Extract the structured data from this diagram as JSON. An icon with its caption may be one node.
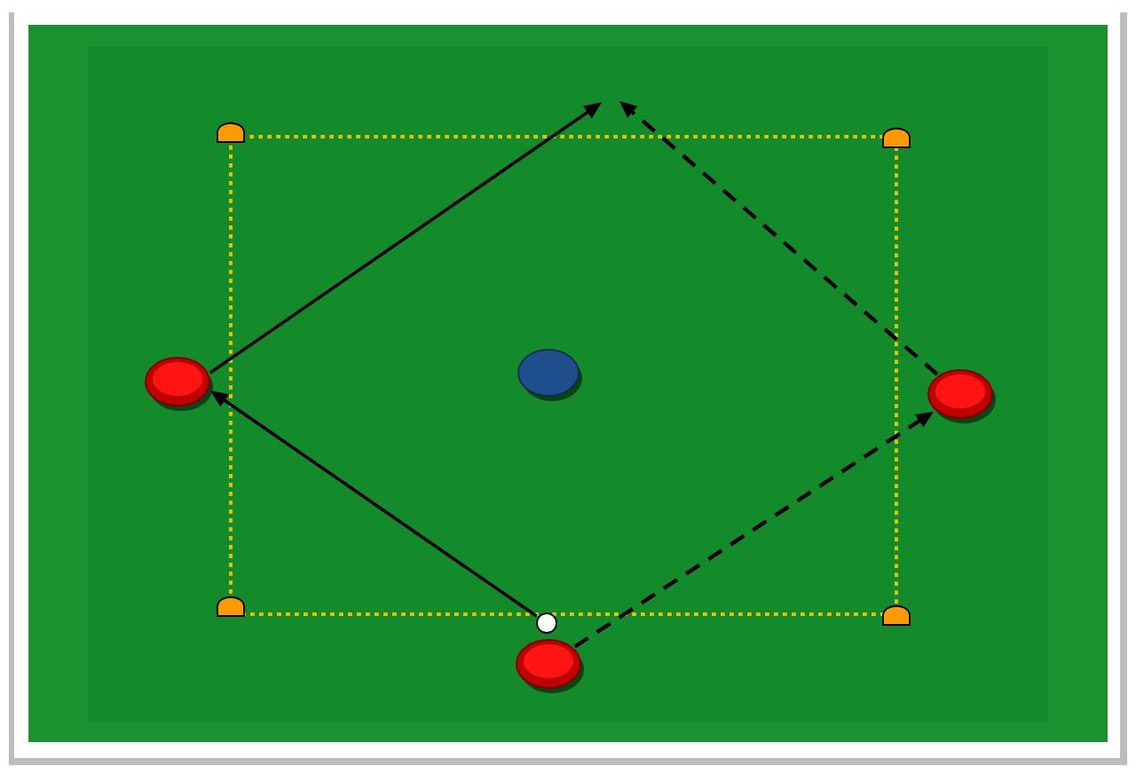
{
  "diagram": {
    "nodes": [
      {
        "text": [],
        "shape": "circle"
      },
      {
        "text": [],
        "shape": "circle"
      },
      {
        "text": [],
        "shape": "circle"
      },
      {
        "text": [],
        "shape": "circle"
      },
      {
        "text": [],
        "shape": "circle"
      }
    ],
    "edges": [
      {
        "from": 2,
        "to": 0,
        "arrow": "to"
      },
      {
        "from": 0,
        "to": null,
        "arrow": "to"
      },
      {
        "from": 4,
        "to": null,
        "arrow": "to",
        "style": "dashed"
      },
      {
        "from": 3,
        "to": 4,
        "arrow": "to",
        "style": "dashed"
      }
    ]
  }
}
